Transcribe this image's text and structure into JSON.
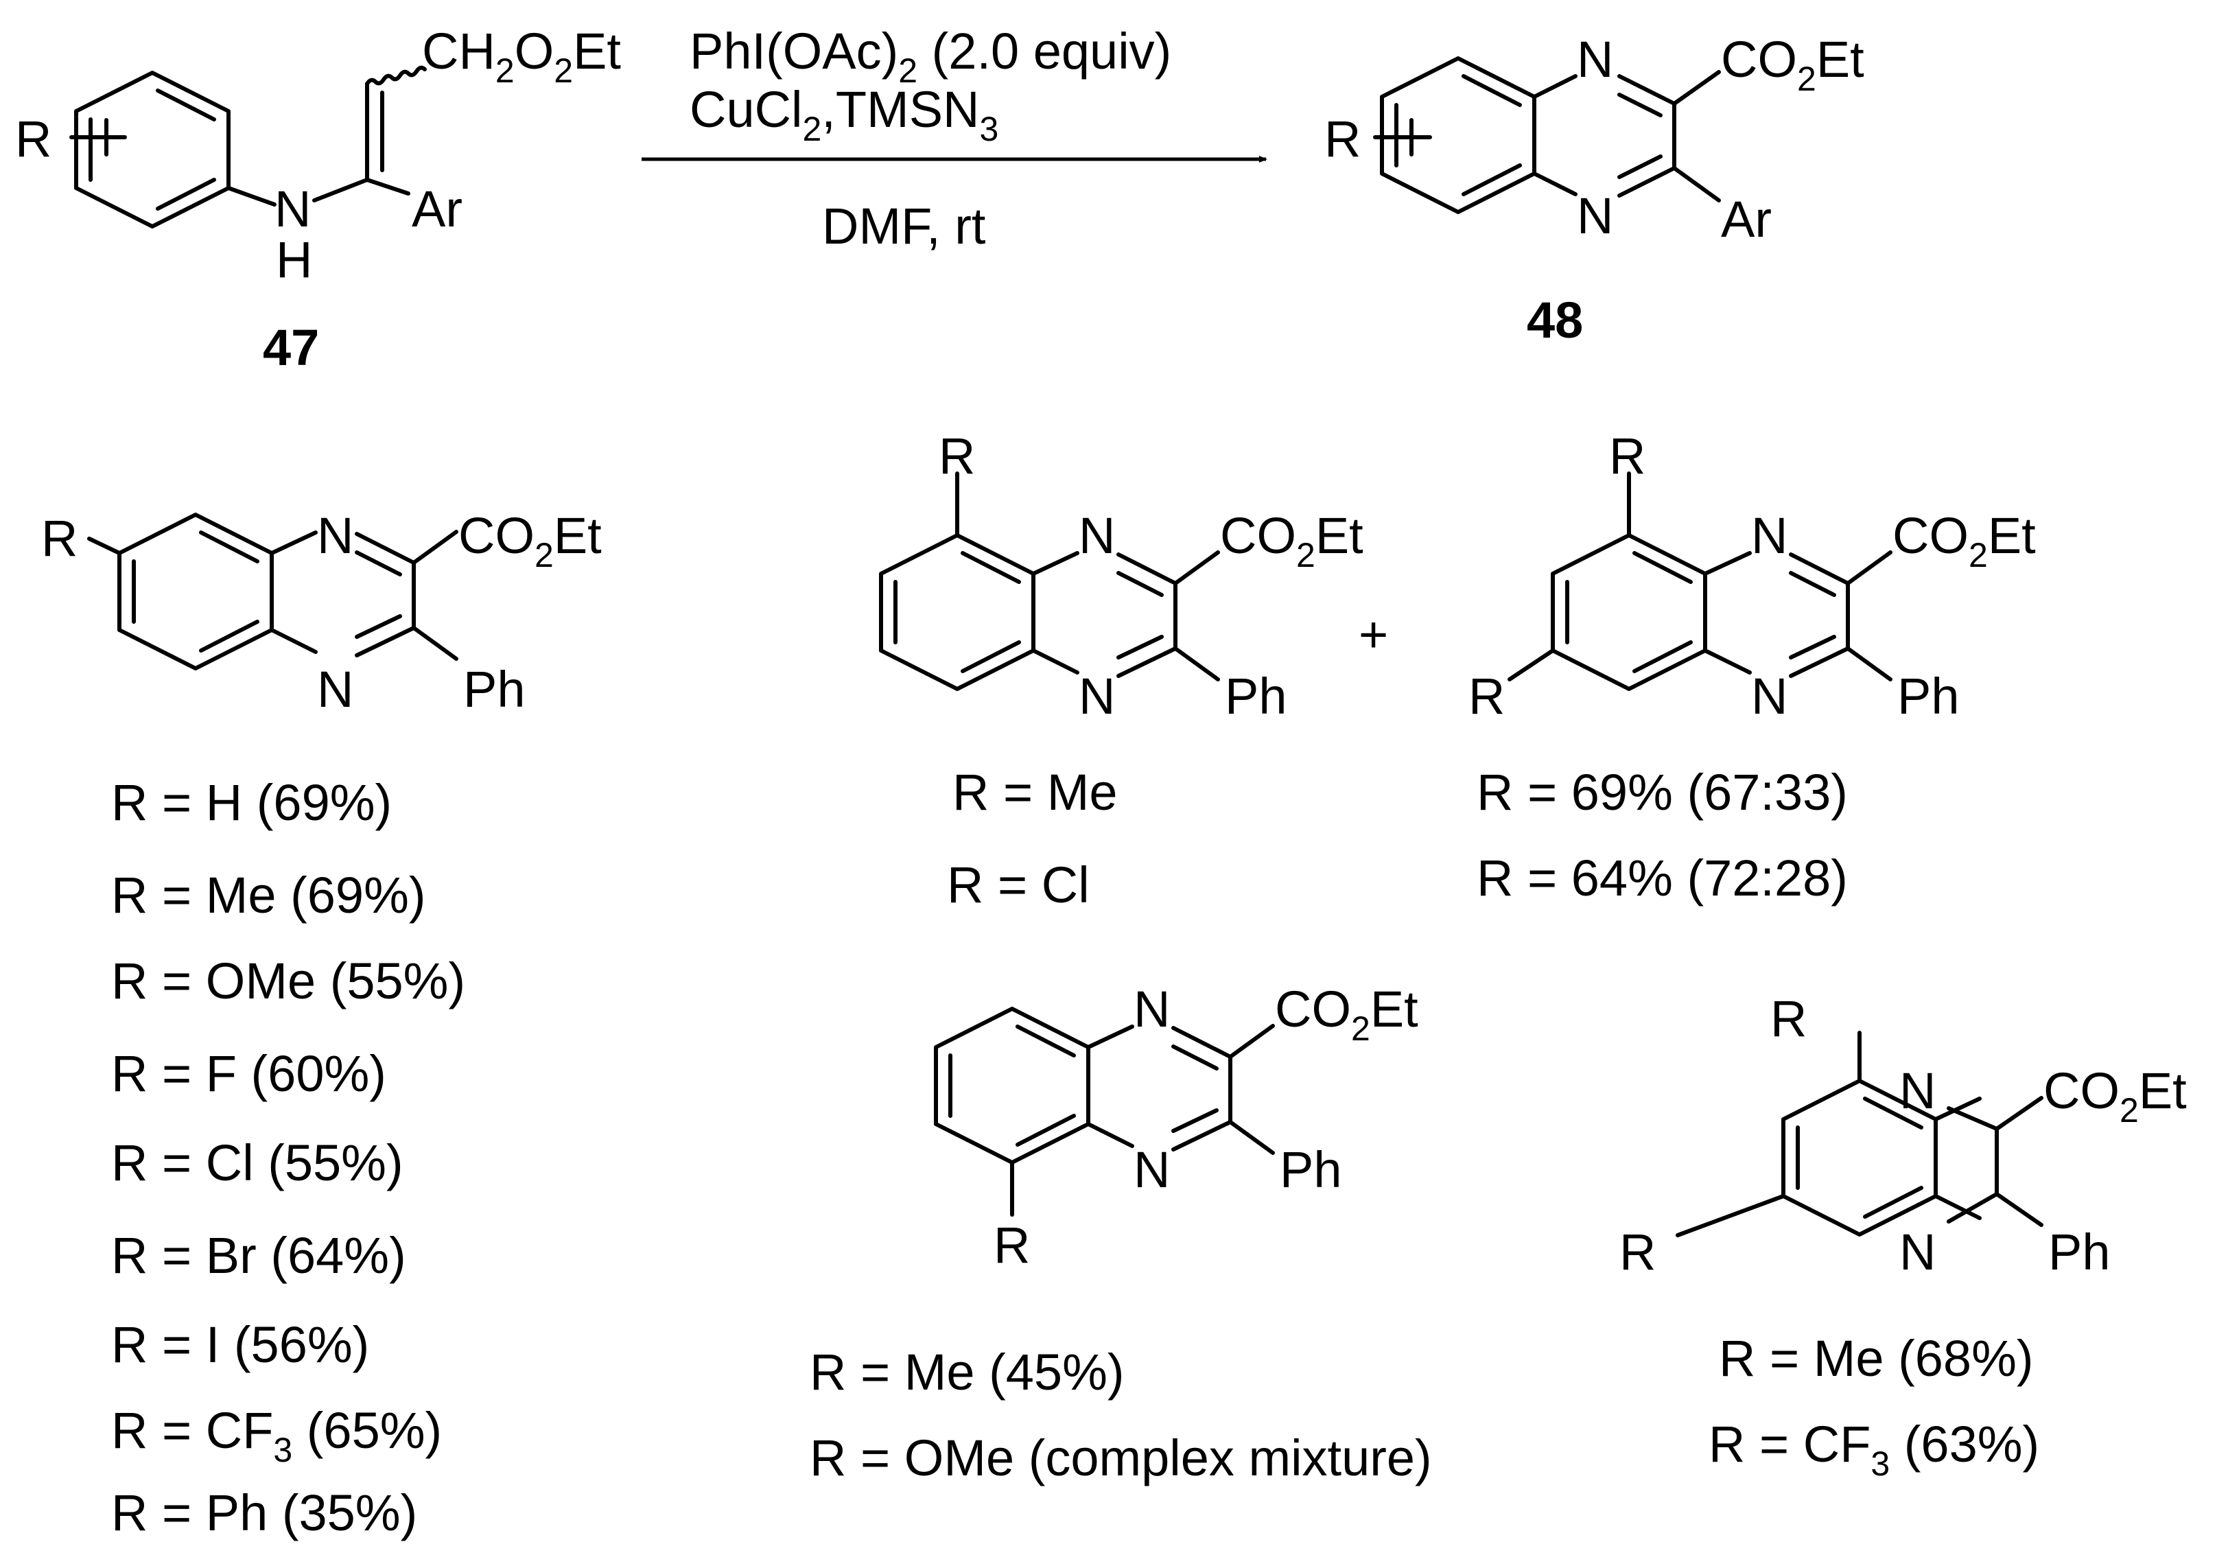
{
  "reaction": {
    "reactant": {
      "number": "47",
      "atoms": {
        "R": "R",
        "N": "N",
        "H": "H",
        "Ar": "Ar"
      },
      "ester": {
        "p1": "CH",
        "s1": "2",
        "p2": "O",
        "s2": "2",
        "p3": "Et"
      }
    },
    "conditions": {
      "line1": {
        "p1": "PhI(OAc)",
        "s1": "2",
        "p2": " (2.0 equiv)"
      },
      "line2": {
        "p1": "CuCl",
        "s1": "2",
        "p2": ",TMSN",
        "s2": "3"
      },
      "line3": "DMF,  rt"
    },
    "product": {
      "number": "48",
      "atoms": {
        "R": "R",
        "N1": "N",
        "N2": "N",
        "Ar": "Ar"
      },
      "ester": {
        "p1": "CO",
        "s1": "2",
        "p2": "Et"
      }
    }
  },
  "ester": {
    "p1": "CO",
    "s1": "2",
    "p2": "Et"
  },
  "substituents": {
    "R": "R",
    "N": "N",
    "Ph": "Ph",
    "plus": "+"
  },
  "scope_6": [
    "R = H (69%)",
    "R = Me (69%)",
    "R = OMe (55%)",
    "R = F (60%)",
    "R = Cl (55%)",
    "R = Br (64%)",
    "R = I (56%)"
  ],
  "scope_6_cf3": {
    "p1": "R = CF",
    "s1": "3",
    "p2": " (65%)"
  },
  "scope_6_ph": "R = Ph (35%)",
  "mix_r": [
    "R = Me",
    "R =  Cl"
  ],
  "mix_yield": [
    "R = 69% (67:33)",
    "R = 64% (72:28)"
  ],
  "scope_5": [
    "R = Me (45%)",
    "R = OMe (complex mixture)"
  ],
  "scope_57_me": "R = Me (68%)",
  "scope_57_cf3": {
    "p1": "R = CF",
    "s1": "3",
    "p2": " (63%)"
  }
}
